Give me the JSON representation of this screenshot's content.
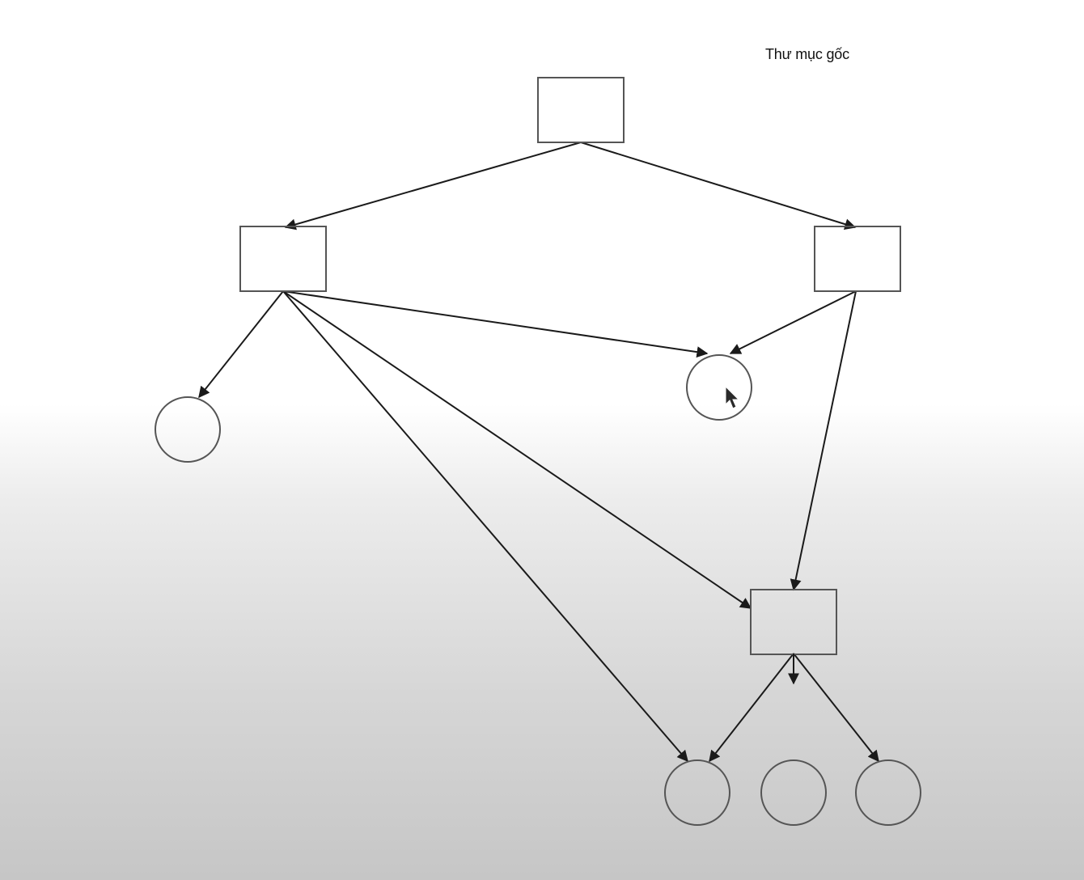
{
  "diagram": {
    "label": "Thư mục gốc",
    "colors": {
      "node_stroke": "#555555",
      "edge": "#1a1a1a"
    },
    "nodes": [
      {
        "id": "root",
        "shape": "rect"
      },
      {
        "id": "dir-left",
        "shape": "rect"
      },
      {
        "id": "dir-right",
        "shape": "rect"
      },
      {
        "id": "file-left",
        "shape": "circle"
      },
      {
        "id": "file-shared",
        "shape": "circle"
      },
      {
        "id": "dir-lower",
        "shape": "rect"
      },
      {
        "id": "file-bottom-1",
        "shape": "circle"
      },
      {
        "id": "file-bottom-2",
        "shape": "circle"
      },
      {
        "id": "file-bottom-3",
        "shape": "circle"
      }
    ],
    "edges": [
      {
        "from": "root",
        "to": "dir-left"
      },
      {
        "from": "root",
        "to": "dir-right"
      },
      {
        "from": "dir-left",
        "to": "file-left"
      },
      {
        "from": "dir-left",
        "to": "file-shared"
      },
      {
        "from": "dir-right",
        "to": "file-shared"
      },
      {
        "from": "dir-left",
        "to": "dir-lower"
      },
      {
        "from": "dir-left",
        "to": "file-bottom-1"
      },
      {
        "from": "dir-right",
        "to": "dir-lower"
      },
      {
        "from": "dir-lower",
        "to": "file-bottom-1"
      },
      {
        "from": "dir-lower",
        "to": "file-bottom-3"
      }
    ]
  }
}
